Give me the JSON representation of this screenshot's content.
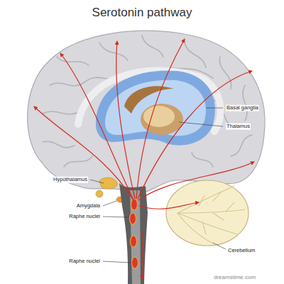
{
  "diagram": {
    "title": "Serotonin pathway",
    "labels": [
      "Basal ganglia",
      "Thalamus",
      "Hypothalamus",
      "Amygdala",
      "Raphe nuclei",
      "Raphe nuclei",
      "Cerebellum",
      "dreamstime.com"
    ]
  }
}
